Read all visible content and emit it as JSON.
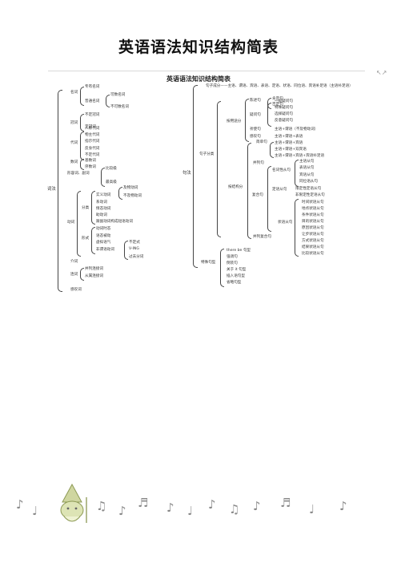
{
  "page": {
    "title": "英语语法知识结构简表",
    "subtitle": "英语语法知识结构简表",
    "corner_mark": "↖↗"
  },
  "left": {
    "root": "词法",
    "nouns": {
      "label": "名词",
      "proper": "专有名词",
      "common": "普通名词",
      "countable": "可数名词",
      "uncountable": "不可数名词"
    },
    "articles": {
      "label": "冠词",
      "indefinite": "不定冠词",
      "definite": "定冠词"
    },
    "pronouns": {
      "label": "代词",
      "items": [
        "人称代词",
        "物主代词",
        "指示代词",
        "反身代词",
        "不定代词"
      ]
    },
    "numerals": {
      "label": "数词",
      "cardinal": "基数词",
      "ordinal": "序数词"
    },
    "adj_adv": {
      "label": "形容词、副词",
      "comparative": "比较级",
      "superlative": "最高级"
    },
    "verbs": {
      "label": "动词",
      "classification": "分类",
      "notional": "实义动词",
      "transitive": "及物动词",
      "intransitive": "不及物动词",
      "linking": "系动词",
      "auxiliary": "情态动词",
      "modal": "助动词",
      "phrasal": "跟副动词构成短语动词",
      "forms": "形式",
      "tenses": "动词时态",
      "voice": "语态被动",
      "mood": "虚拟语气",
      "nonfinite": "非谓语动词",
      "infinitive": "不定式",
      "ing": "V-ING",
      "participle": "过去分词"
    },
    "other": {
      "prep": "介词",
      "conj": "连词",
      "coordinating": "并列连接词",
      "subordinating": "从属连接词",
      "interjection": "感叹词"
    }
  },
  "right": {
    "root": "句法",
    "components": "句子成分——主语、谓语、宾语、表语、定语、状语、同位语、宾语补足语（主语补足语）",
    "sentence_types": "句子分类",
    "by_use": "按用途分",
    "declarative": "陈述句",
    "affirmative": "肯定句",
    "negative": "否定句",
    "interrogative": "疑问句",
    "general_q": "一般疑问句",
    "special_q": "特殊疑问句",
    "alt_q": "选择疑问句",
    "tag_q": "反意疑问句",
    "imperative": "祈使句",
    "exclamatory": "感叹句",
    "imperative_desc": "主语+谓语（不及物动词）",
    "exclamatory_desc": "主语+谓语+表语",
    "by_structure": "按结构分",
    "simple": "简单句",
    "simple_patterns": [
      "主语+谓语+宾语",
      "主语+谓语+双宾语",
      "主语+谓语+宾语+宾语补足语"
    ],
    "compound": "并列句",
    "complex": "复合句",
    "noun_clause": "名词性从句",
    "noun_clause_items": [
      "主语从句",
      "表语从句",
      "宾语从句",
      "同位语从句"
    ],
    "attributive": "定语从句",
    "restrictive": "限定性定语从句",
    "nonrestrictive": "非限定性定语从句",
    "adverbial": "状语从句",
    "adverbial_items": [
      "时间状语从句",
      "地点状语从句",
      "条件状语从句",
      "目的状语从句",
      "原因状语从句",
      "让步状语从句",
      "方式状语从句",
      "结果状语从句",
      "比较状语从句"
    ],
    "compound_complex": "并列复合句",
    "special": "特殊句型",
    "special_items": [
      "there be 句型",
      "强调句",
      "倒装句",
      "关于 it 句型",
      "插入语句型",
      "省略句型"
    ]
  },
  "footer": {
    "notes": [
      "♪",
      "♩",
      "♫",
      "♪",
      "♬",
      "♪",
      "♩",
      "♪",
      "♫",
      "♪",
      "♬",
      "♩",
      "♪"
    ]
  }
}
